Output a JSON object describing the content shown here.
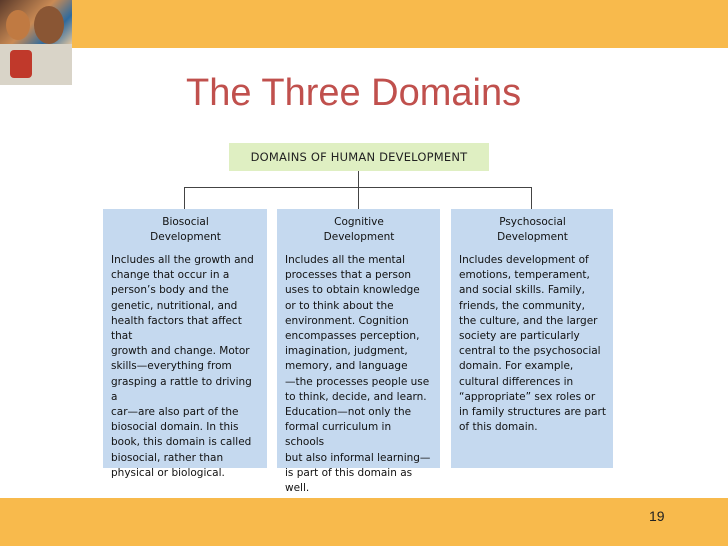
{
  "slide": {
    "title": "The Three Domains",
    "page_number": "19",
    "colors": {
      "accent_bar": "#f8ba4c",
      "title": "#c0504d",
      "root_box": "#dfefc2",
      "card": "#c5d9ef"
    }
  },
  "diagram": {
    "root": "DOMAINS OF HUMAN DEVELOPMENT",
    "domains": [
      {
        "title": "Biosocial\nDevelopment",
        "body": "Includes all the growth and\nchange that occur in a\nperson’s body and the\ngenetic, nutritional, and\nhealth factors that affect that\ngrowth and change. Motor\nskills—everything from\ngrasping a rattle to driving a\ncar—are also part of the\nbiosocial domain. In this\nbook, this domain is called\nbiosocial, rather than\nphysical or biological."
      },
      {
        "title": "Cognitive\nDevelopment",
        "body": "Includes all the mental\nprocesses that a person\nuses to obtain knowledge\nor to think about the\nenvironment. Cognition\nencompasses perception,\nimagination, judgment,\nmemory, and language\n—the processes people use\nto think, decide, and learn.\nEducation—not only the\nformal curriculum in schools\nbut also informal learning—\nis part of this domain as\nwell."
      },
      {
        "title": "Psychosocial\nDevelopment",
        "body": "Includes development of\nemotions, temperament,\nand social skills. Family,\nfriends, the community,\nthe culture, and the larger\nsociety are particularly\ncentral to the psychosocial\ndomain. For example,\ncultural differences in\n“appropriate” sex roles or\nin family structures are part\nof this domain."
      }
    ]
  }
}
